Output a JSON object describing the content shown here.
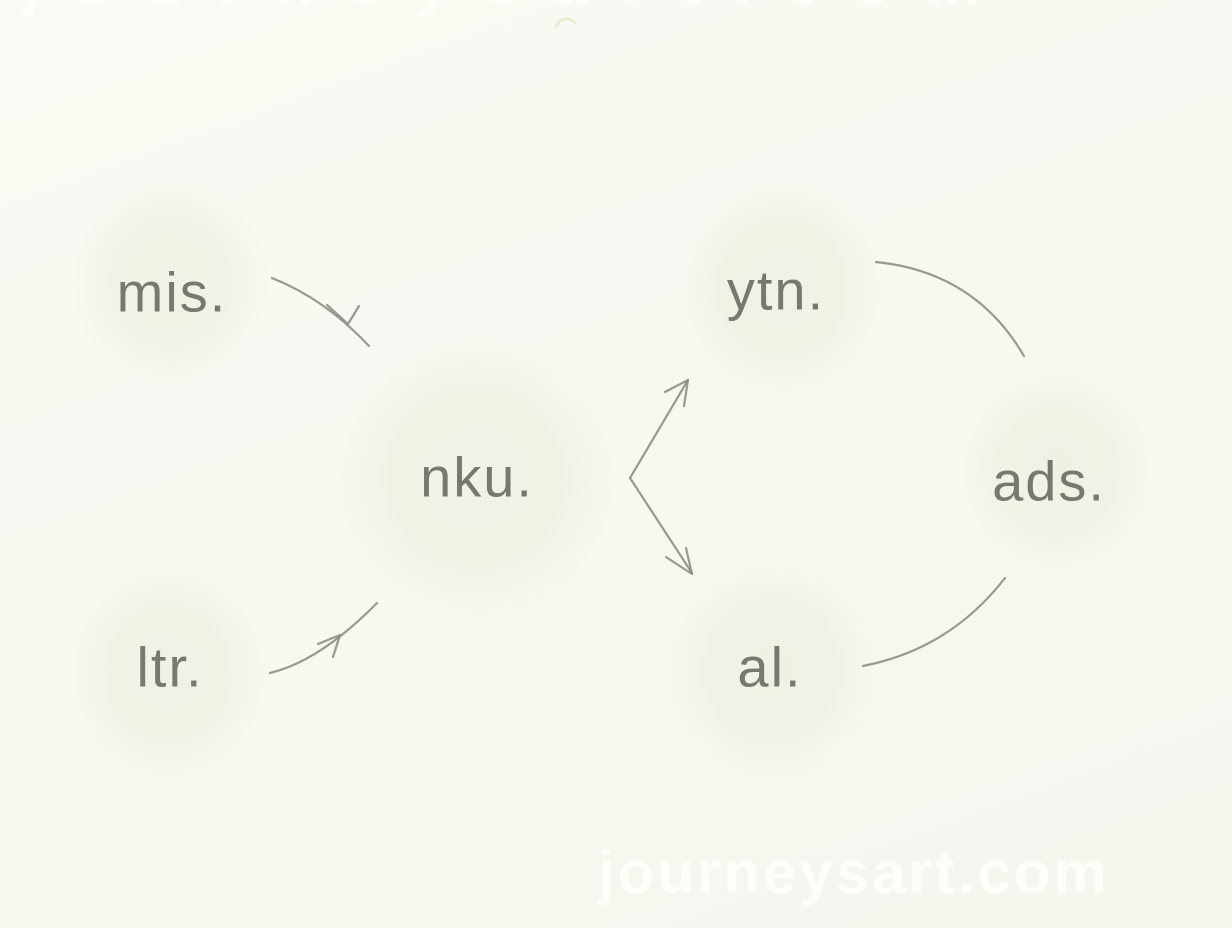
{
  "diagram": {
    "nodes": [
      {
        "id": "mis",
        "label": "mis."
      },
      {
        "id": "nku",
        "label": "nku."
      },
      {
        "id": "ytn",
        "label": "ytn."
      },
      {
        "id": "ads",
        "label": "ads."
      },
      {
        "id": "ltr",
        "label": "ltr."
      },
      {
        "id": "al",
        "label": "al."
      }
    ],
    "edges": [
      {
        "from": "mis",
        "to": "nku",
        "style": "curved-arrow"
      },
      {
        "from": "ltr",
        "to": "nku",
        "style": "curved-arrow"
      },
      {
        "from": "nku",
        "to": "ytn",
        "style": "straight-arrow"
      },
      {
        "from": "nku",
        "to": "al",
        "style": "straight-arrow"
      },
      {
        "from": "ytn",
        "to": "ads",
        "style": "arc-no-head"
      },
      {
        "from": "al",
        "to": "ads",
        "style": "arc-no-head"
      }
    ]
  },
  "watermark": {
    "text": "journeysart.com"
  },
  "colors": {
    "background": "#f8f8f1",
    "blob": "#e9eede",
    "label_text": "#75796f",
    "arrow_stroke": "#8b8f86",
    "watermark_text": "#fffefa"
  }
}
